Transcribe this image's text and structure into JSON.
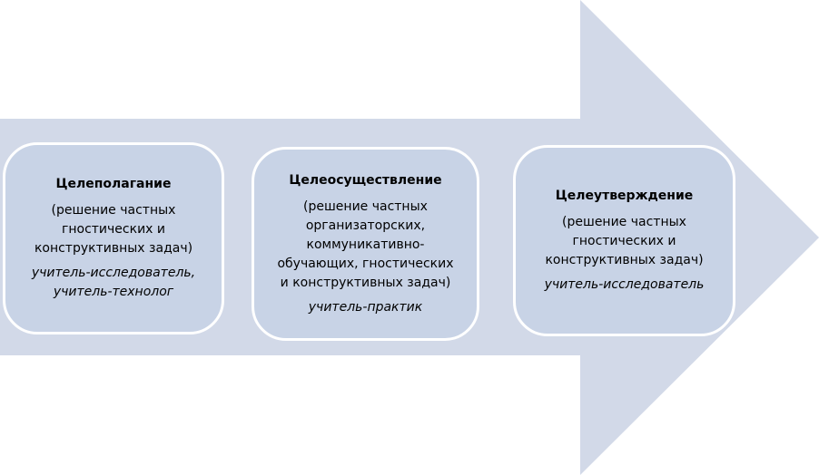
{
  "colors": {
    "arrow_fill": "#d2d9e8",
    "box_fill": "#c8d3e6",
    "box_border": "#ffffff"
  },
  "stages": [
    {
      "title": "Целеполагание",
      "description": "(решение частных\nгностических и\nконструктивных задач)",
      "role": "учитель-исследователь,\nучитель-технолог"
    },
    {
      "title": "Целеосуществление",
      "description": "(решение частных\nорганизаторских,\nкоммуникативно-\nобучающих, гностических\nи конструктивных задач)",
      "role": "учитель-практик"
    },
    {
      "title": "Целеутверждение",
      "description": "(решение частных\nгностических и\nконструктивных задач)",
      "role": "учитель-исследователь"
    }
  ]
}
